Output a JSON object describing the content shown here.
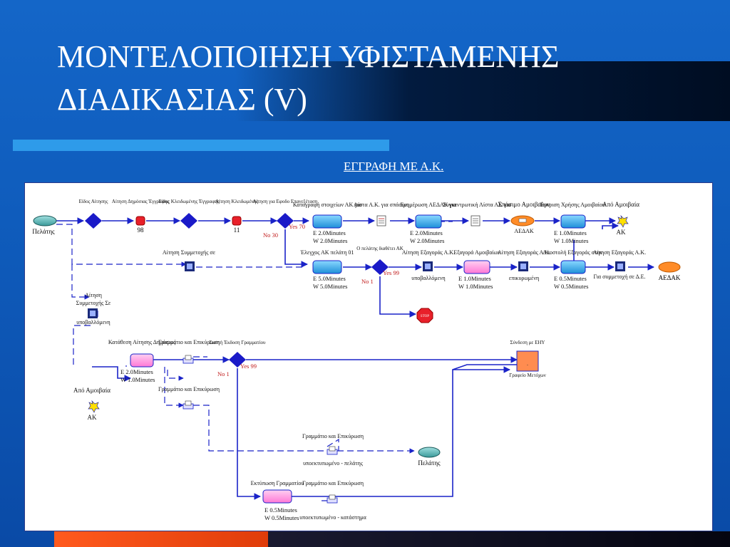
{
  "slide": {
    "title_line1": "ΜΟΝΤΕΛΟΠΟΙΗΣΗ ΥΦΙΣΤΑΜΕΝΗΣ",
    "title_line2": "ΔΙΑΔΙΚΑΣΙΑΣ (V)",
    "subtitle": "ΕΓΓΡΑΦΗ ΜΕ Α.Κ."
  },
  "colors": {
    "background": "#1466c8",
    "accent_bar": "#2e9bea",
    "flow_line": "#1a23c8",
    "process_fill": "#40b4e8",
    "process_pink": "#ff9ee0",
    "decision": "#1a1ac8",
    "stop": "#e8202a"
  },
  "diagram": {
    "labels": {
      "pelatis_start": "Πελάτης",
      "eidos_aitisis": "Είδος Αίτησης",
      "aitisi_dimosias": "Αίτηση Δημόσιας Έγγραφης",
      "eidos_kleidomenis": "Είδος Κλειδωμένης Έγγραφης",
      "aitisi_kleidomenis": "Αίτηση Κλειδωμένης",
      "aitisi_epanexetasi": "Αίτηση για Εφοδο Επανεξέταση",
      "counter_98": "98",
      "counter_11": "11",
      "yes_70": "Yes 70",
      "no_30": "No 30",
      "katagrafi": "Καταγραφή στοιχείων ΑΚ για",
      "katagrafi_e": "E 2.0Minutes",
      "katagrafi_w": "W 2.0Minutes",
      "lista_ak": "Λίστα Α.Κ. για σπάσιμο",
      "enimerosi": "Ενημέρωση ΑΕΔΑΚ για",
      "enimerosi_e": "E 2.0Minutes",
      "enimerosi_w": "W 2.0Minutes",
      "synkentrotiki": "Συγκεντρωτική Λίστα ΑΚ για",
      "spasimo": "Σπάσιμο Αμοιβαίων",
      "aedak_top": "ΑΕΔΑΚ",
      "egkrisi": "Έγκριση Χρήσης Αμοιβαίου",
      "egkrisi_e": "E 1.0Minutes",
      "egkrisi_w": "W 1.0Minutes",
      "apo_amoivaia_top": "Από Αμοιβαία",
      "ak_top": "ΑΚ",
      "aitisi_symmetoxis_se": "Αίτηση Συμμετοχής σε",
      "elegxos_ak": "Έλεγχος ΑΚ πελάτη 01",
      "elegxos_e": "E 5.0Minutes",
      "elegxos_w": "W 5.0Minutes",
      "o_pelatis": "Ο πελάτης διαθέτει ΑΚ",
      "yes_99_mid": "Yes 99",
      "no_1_mid": "No 1",
      "aitisi_exagoras_1": "Αίτηση Εξαγοράς Α.Κ.",
      "ypovallomeni_1": "υποβαλλόμενη",
      "exagora": "Εξαγορά Αμοιβαίων",
      "exagora_e": "E 1.0Minutes",
      "exagora_w": "W 1.0Minutes",
      "aitisi_exagoras_2": "Αίτηση Εξαγοράς Α.Κ.",
      "epikyromeni": "επικυρωμένη",
      "apostoli": "Αποστολή Εξαγοράς στην",
      "apostoli_e": "E 0.5Minutes",
      "apostoli_w": "W 0.5Minutes",
      "aitisi_exagoras_3": "Αίτηση Εξαγοράς Α.Κ.",
      "gia_symmetoxi": "Για συμμετοχή σε Δ.Ε.",
      "aedak_end": "ΑΕΔΑΚ",
      "stop": "STOP",
      "aitisi_symm_ypov_1": "Αίτηση",
      "aitisi_symm_ypov_2": "Συμμετοχής Σε",
      "aitisi_symm_ypov_3": "υποβαλλόμενη",
      "katathesi": "Κατάθεση Αίτησης Δημόσιας",
      "katathesi_e": "E 2.0Minutes",
      "katathesi_w": "W 1.0Minutes",
      "grammatio_1": "Γραμμάτιο και Επικύρωση",
      "grammatio_2": "Γραμμάτιο και Επικύρωση",
      "sosti_ekdosi": "Σωστή Έκδοση Γραμματίου",
      "yes_99_low": "Yes 99",
      "no_1_low": "No 1",
      "syndesi_eey": "Σύνδεση με ΕΗΥ",
      "grafeio": "Γραφείο Μετόχων",
      "apo_amoivaia_low": "Από Αμοιβαία",
      "ak_low": "ΑΚ",
      "grammatio_3": "Γραμμάτιο και Επικύρωση",
      "ypoparaktyp_1": "υποεκτυπωμένο - πελάτης",
      "pelatis_end": "Πελάτης",
      "ektyposi": "Εκτύπωση Γραμματίου",
      "ektyposi_e": "E 0.5Minutes",
      "ektyposi_w": "W 0.5Minutes",
      "grammatio_4": "Γραμμάτιο και Επικύρωση",
      "ypoparaktyp_2": "υποεκτυπωμένο - κατάστημα"
    }
  }
}
